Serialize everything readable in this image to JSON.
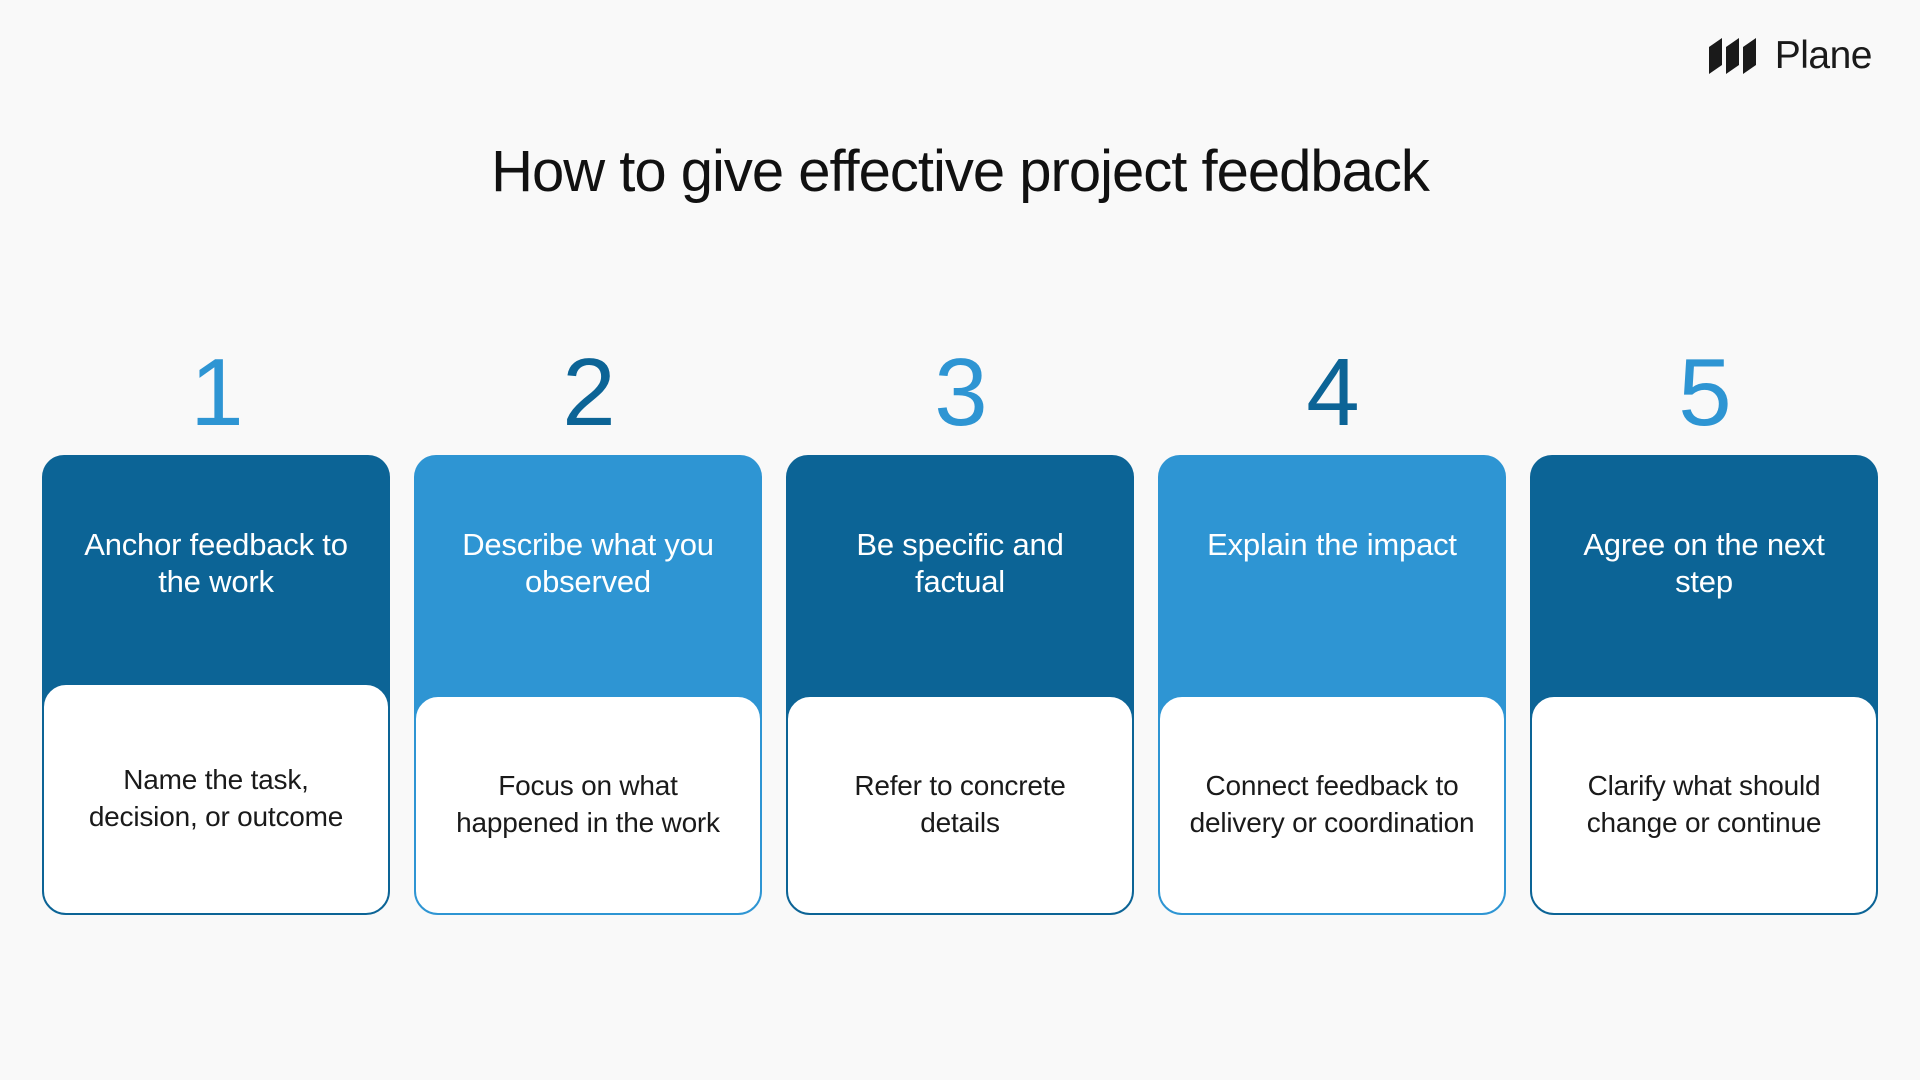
{
  "brand": {
    "logo_icon": "plane-logo-icon",
    "name": "Plane"
  },
  "header": {
    "title": "How to give effective project feedback"
  },
  "theme": {
    "background": "#f9f9f9",
    "dark_blue": "#0c6496",
    "light_blue": "#2e95d3",
    "title_color": "#111111",
    "body_text_color": "#1a1a1a",
    "header_text_color": "#ffffff"
  },
  "steps": [
    {
      "number": "1",
      "number_color": "#2e95d3",
      "header_color": "#0c6496",
      "border_color": "#0c6496",
      "title": "Anchor feedback to the work",
      "body": "Name the task, decision, or outcome",
      "title_lines": 3
    },
    {
      "number": "2",
      "number_color": "#0c6496",
      "header_color": "#2e95d3",
      "border_color": "#2e95d3",
      "title": "Describe what you observed",
      "body": "Focus on what happened in the work",
      "title_lines": 2
    },
    {
      "number": "3",
      "number_color": "#2e95d3",
      "header_color": "#0c6496",
      "border_color": "#0c6496",
      "title": "Be specific and factual",
      "body": "Refer to concrete details",
      "title_lines": 2
    },
    {
      "number": "4",
      "number_color": "#0c6496",
      "header_color": "#2e95d3",
      "border_color": "#2e95d3",
      "title": "Explain the impact",
      "body": "Connect feedback to delivery or coordination",
      "title_lines": 2
    },
    {
      "number": "5",
      "number_color": "#2e95d3",
      "header_color": "#0c6496",
      "border_color": "#0c6496",
      "title": "Agree on the next step",
      "body": "Clarify what should change or continue",
      "title_lines": 2
    }
  ]
}
